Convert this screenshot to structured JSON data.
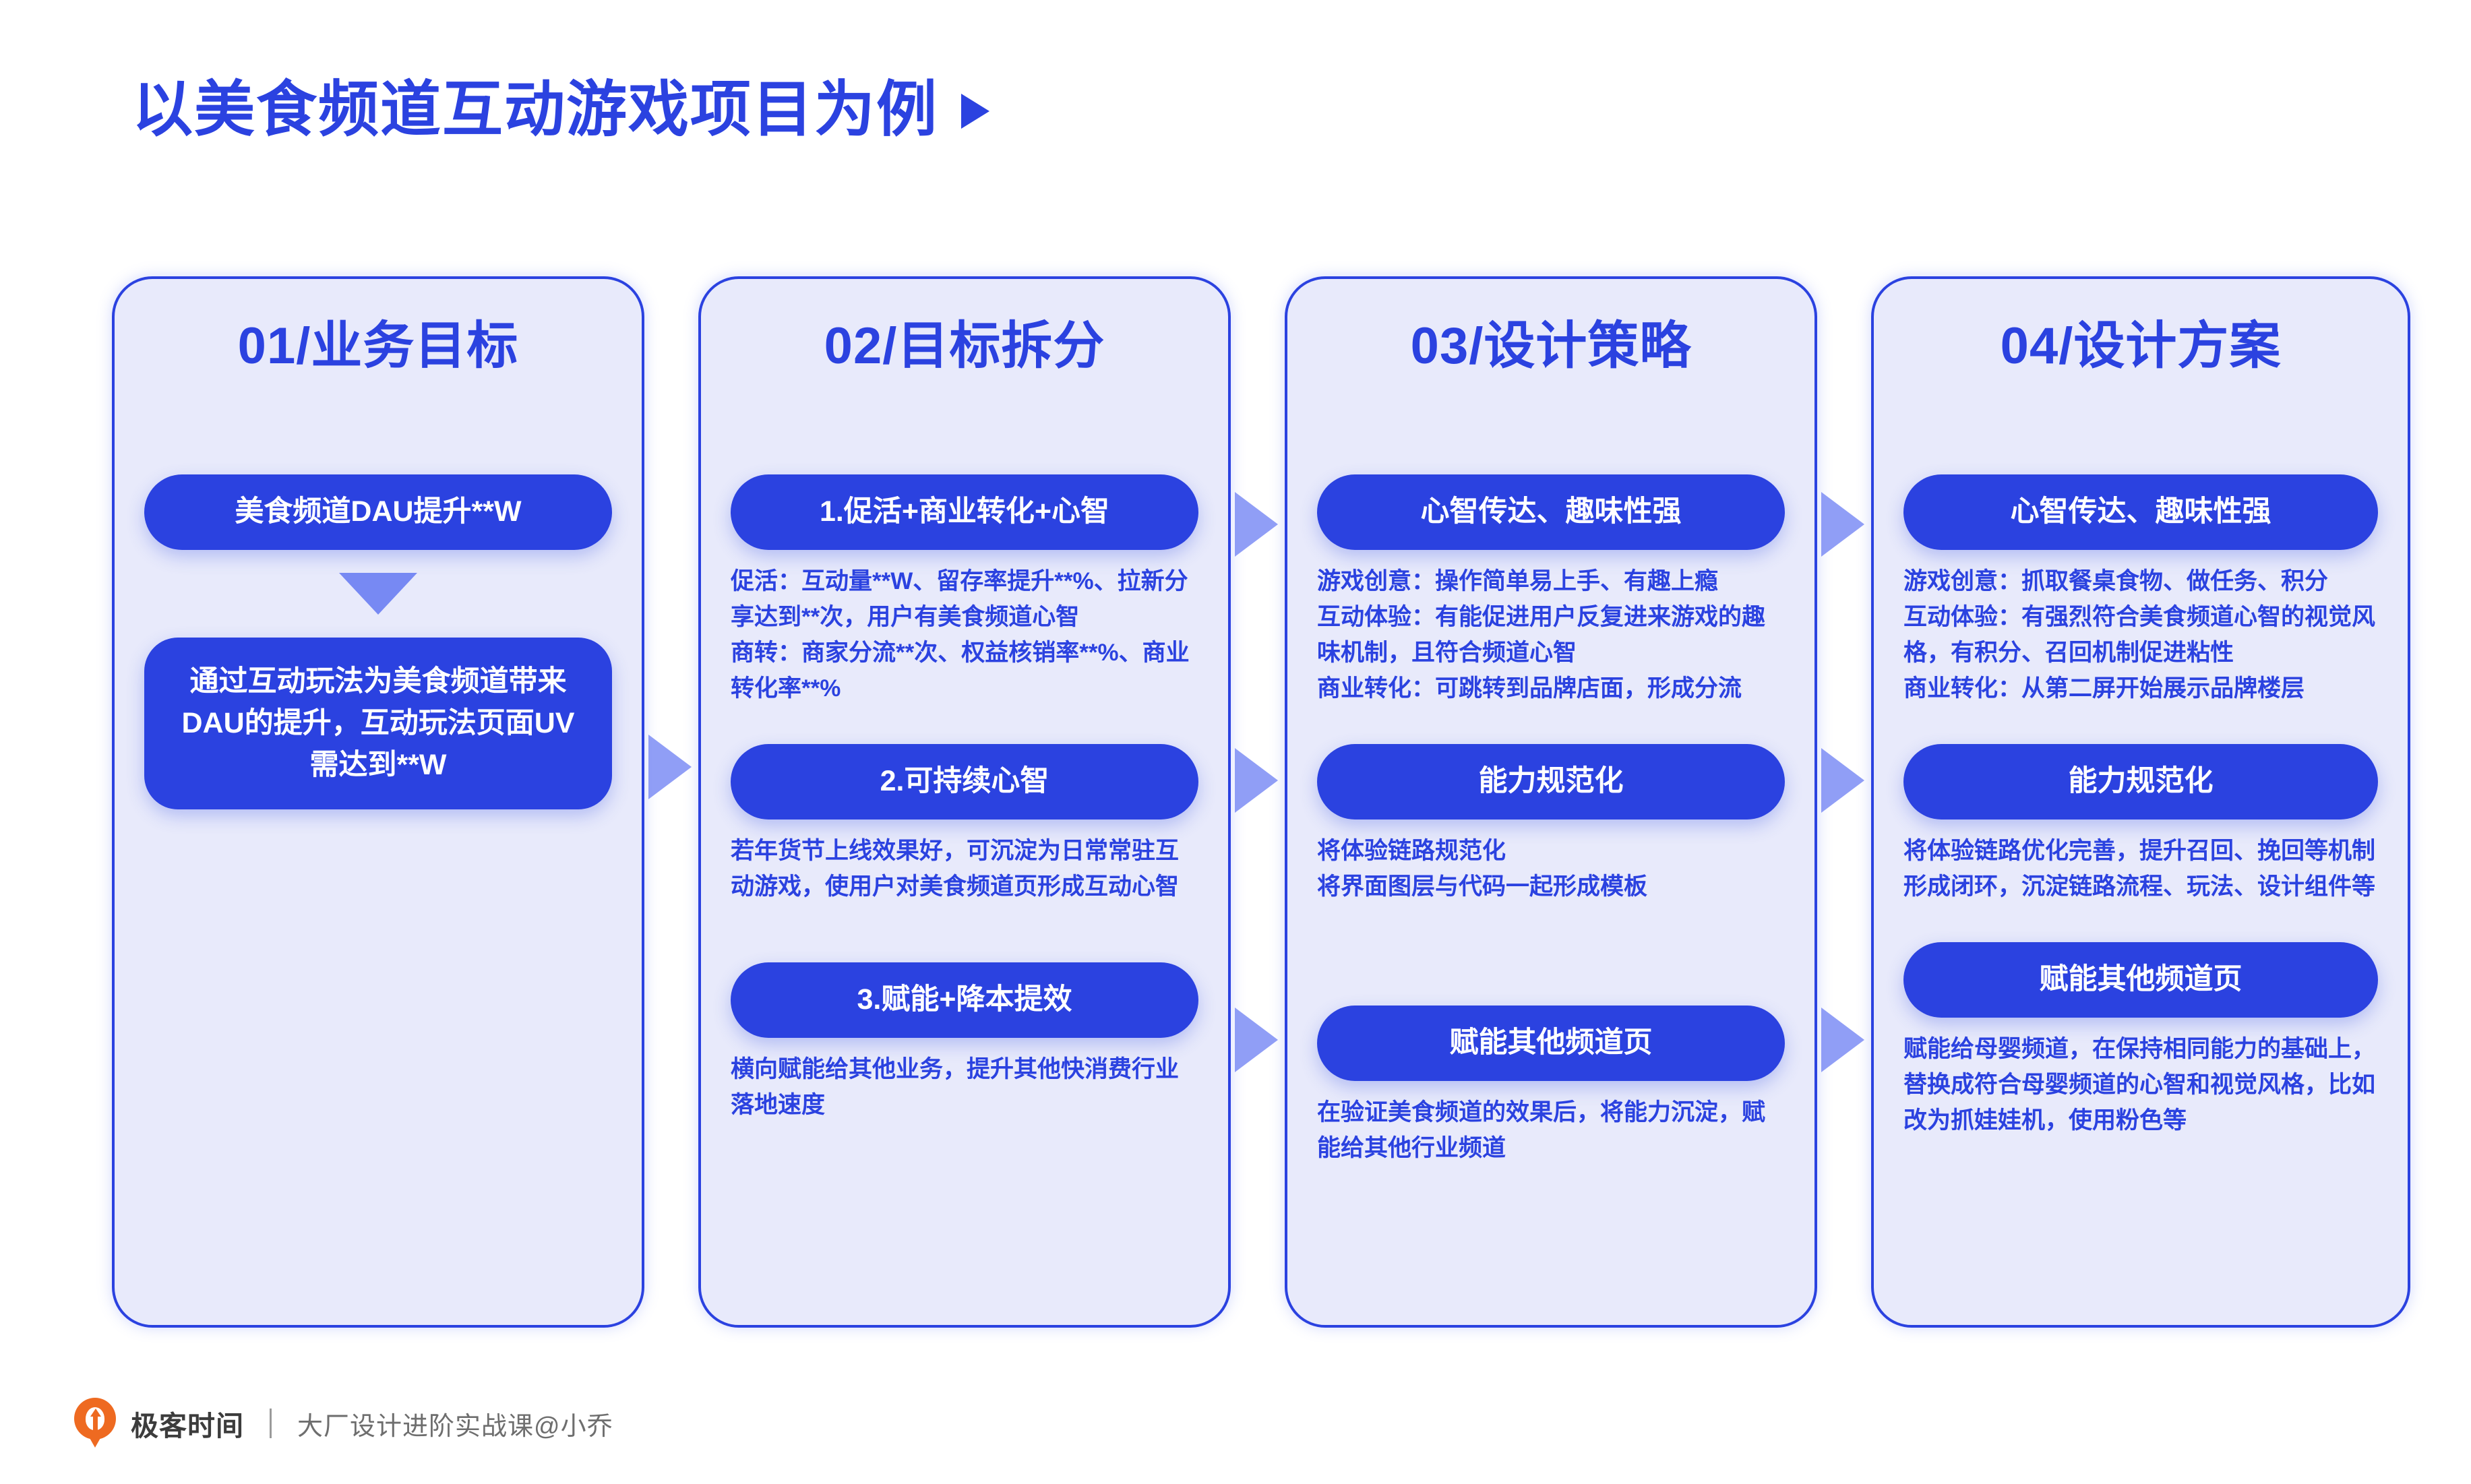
{
  "title": {
    "text": "以美食频道互动游戏项目为例",
    "arrow_icon": "play-triangle-icon"
  },
  "colors": {
    "accent_blue": "#2B42E0",
    "card_fill": "#E8EAFB",
    "arrow_blue": "#7C8DF4",
    "logo_orange": "#EE6A21",
    "page_background": "#FFFFFF"
  },
  "columns": [
    {
      "heading": "01/业务目标",
      "blocks": [
        {
          "type": "pill",
          "label": "美食频道DAU提升**W"
        },
        {
          "type": "arrow-down",
          "icon": "triangle-down-icon"
        },
        {
          "type": "pill-tall",
          "label": "通过互动玩法为美食频道带来DAU的提升，互动玩法页面UV需达到**W"
        }
      ]
    },
    {
      "heading": "02/目标拆分",
      "blocks": [
        {
          "type": "pill",
          "label": "1.促活+商业转化+心智"
        },
        {
          "type": "desc",
          "text": "促活：互动量**W、留存率提升**%、拉新分享达到**次，用户有美食频道心智\n商转：商家分流**次、权益核销率**%、商业转化率**%"
        },
        {
          "type": "pill",
          "label": "2.可持续心智"
        },
        {
          "type": "desc",
          "text": "若年货节上线效果好，可沉淀为日常常驻互动游戏，使用户对美食频道页形成互动心智"
        },
        {
          "type": "pill",
          "label": "3.赋能+降本提效"
        },
        {
          "type": "desc",
          "text": "横向赋能给其他业务，提升其他快消费行业落地速度"
        }
      ]
    },
    {
      "heading": "03/设计策略",
      "blocks": [
        {
          "type": "pill",
          "label": "心智传达、趣味性强"
        },
        {
          "type": "desc",
          "text": "游戏创意：操作简单易上手、有趣上瘾\n互动体验：有能促进用户反复进来游戏的趣味机制，且符合频道心智\n商业转化：可跳转到品牌店面，形成分流"
        },
        {
          "type": "pill",
          "label": "能力规范化"
        },
        {
          "type": "desc",
          "text": "将体验链路规范化\n将界面图层与代码一起形成模板"
        },
        {
          "type": "pill",
          "label": "赋能其他频道页"
        },
        {
          "type": "desc",
          "text": "在验证美食频道的效果后，将能力沉淀，赋能给其他行业频道"
        }
      ]
    },
    {
      "heading": "04/设计方案",
      "blocks": [
        {
          "type": "pill",
          "label": "心智传达、趣味性强"
        },
        {
          "type": "desc",
          "text": "游戏创意：抓取餐桌食物、做任务、积分\n互动体验：有强烈符合美食频道心智的视觉风格，有积分、召回机制促进粘性\n商业转化：从第二屏开始展示品牌楼层"
        },
        {
          "type": "pill",
          "label": "能力规范化"
        },
        {
          "type": "desc",
          "text": "将体验链路优化完善，提升召回、挽回等机制形成闭环，沉淀链路流程、玩法、设计组件等"
        },
        {
          "type": "pill",
          "label": "赋能其他频道页"
        },
        {
          "type": "desc",
          "text": "赋能给母婴频道，在保持相同能力的基础上，替换成符合母婴频道的心智和视觉风格，比如改为抓娃娃机，使用粉色等"
        }
      ]
    }
  ],
  "connectors": [
    {
      "name": "connector-col1-col2",
      "icon": "triangle-right-icon"
    },
    {
      "name": "connector-col2-col3-row1",
      "icon": "triangle-right-icon"
    },
    {
      "name": "connector-col2-col3-row2",
      "icon": "triangle-right-icon"
    },
    {
      "name": "connector-col2-col3-row3",
      "icon": "triangle-right-icon"
    },
    {
      "name": "connector-col3-col4-row1",
      "icon": "triangle-right-icon"
    },
    {
      "name": "connector-col3-col4-row2",
      "icon": "triangle-right-icon"
    },
    {
      "name": "connector-col3-col4-row3",
      "icon": "triangle-right-icon"
    }
  ],
  "footer": {
    "logo_icon": "geekbang-pin-logo-icon",
    "brand": "极客时间",
    "byline": "大厂设计进阶实战课@小乔"
  }
}
